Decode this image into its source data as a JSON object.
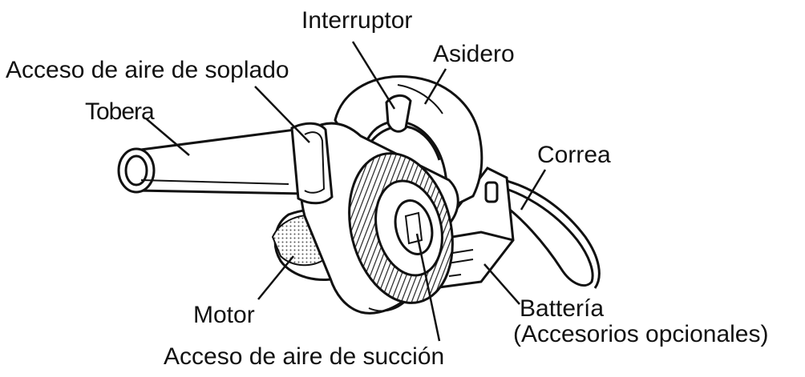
{
  "labels": {
    "switch": "Interruptor",
    "blow_air_port": "Acceso de aire de soplado",
    "handle": "Asidero",
    "nozzle": "Tobera",
    "strap": "Correa",
    "motor": "Motor",
    "battery_line1": "Battería",
    "battery_line2": "(Accesorios opcionales)",
    "suction_air_port": "Acceso de aire de succión"
  },
  "colors": {
    "ink": "#111111",
    "background": "#ffffff",
    "shade": "#6b6b6b"
  }
}
